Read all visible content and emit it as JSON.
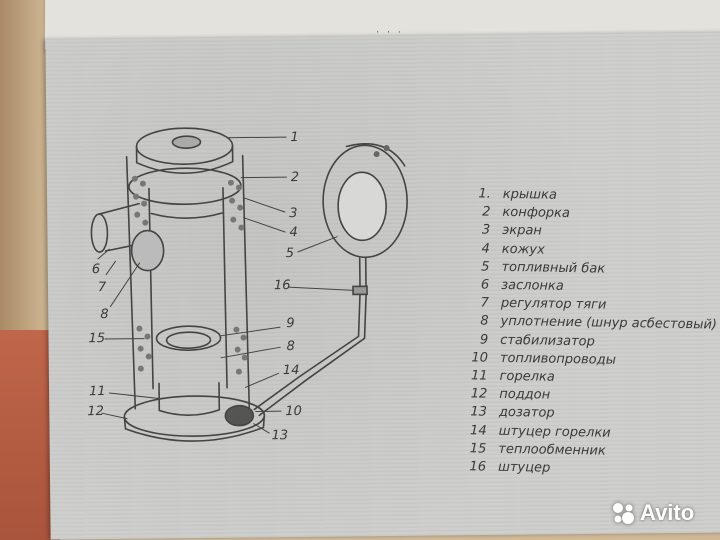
{
  "legend": [
    {
      "num": "1.",
      "text": "крышка"
    },
    {
      "num": "2",
      "text": "конфорка"
    },
    {
      "num": "3",
      "text": "экран"
    },
    {
      "num": "4",
      "text": "кожух"
    },
    {
      "num": "5",
      "text": "топливный бак"
    },
    {
      "num": "6",
      "text": "заслонка"
    },
    {
      "num": "7",
      "text": "регулятор тяги"
    },
    {
      "num": "8",
      "text": "уплотнение (шнур асбестовый)"
    },
    {
      "num": "9",
      "text": "стабилизатор"
    },
    {
      "num": "10",
      "text": "топливопроводы"
    },
    {
      "num": "11",
      "text": "горелка"
    },
    {
      "num": "12",
      "text": "поддон"
    },
    {
      "num": "13",
      "text": "дозатор"
    },
    {
      "num": "14",
      "text": "штуцер горелки"
    },
    {
      "num": "15",
      "text": "теплообменник"
    },
    {
      "num": "16",
      "text": "штуцер"
    }
  ],
  "callouts": [
    "1",
    "2",
    "3",
    "4",
    "5",
    "6",
    "7",
    "8",
    "9",
    "8",
    "14",
    "10",
    "13",
    "11",
    "12",
    "15",
    "16"
  ],
  "watermark": {
    "brand": "Avito",
    "icon": "avito-logo-icon"
  },
  "colors": {
    "ink": "#3a3a3a",
    "paper": "#cfcfcd"
  }
}
